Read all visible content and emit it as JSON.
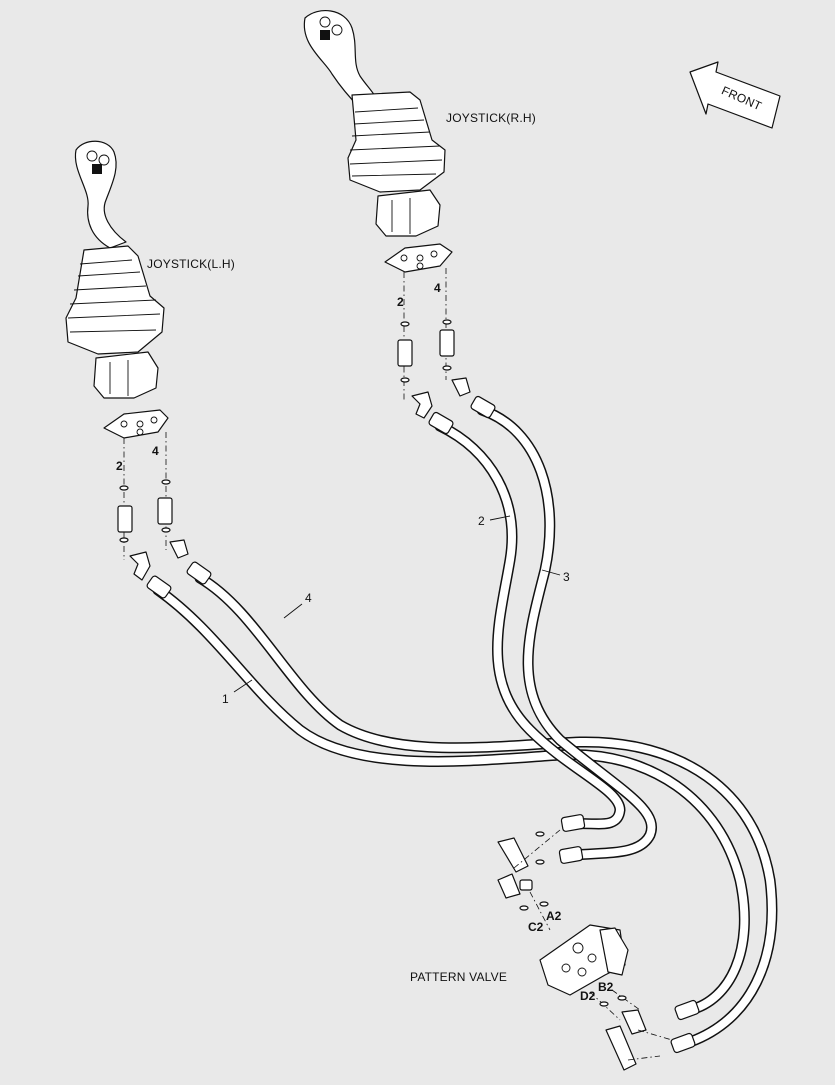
{
  "labels": {
    "joystick_rh": "JOYSTICK(R.H)",
    "joystick_lh": "JOYSTICK(L.H)",
    "pattern_valve": "PATTERN VALVE",
    "front": "FRONT"
  },
  "callouts": {
    "rh_left_item": "2",
    "rh_right_item": "4",
    "lh_left_item": "2",
    "lh_right_item": "4",
    "hose_1": "1",
    "hose_2": "2",
    "hose_3": "3",
    "hose_4": "4"
  },
  "ports": {
    "a2": "A2",
    "b2": "B2",
    "c2": "C2",
    "d2": "D2"
  }
}
